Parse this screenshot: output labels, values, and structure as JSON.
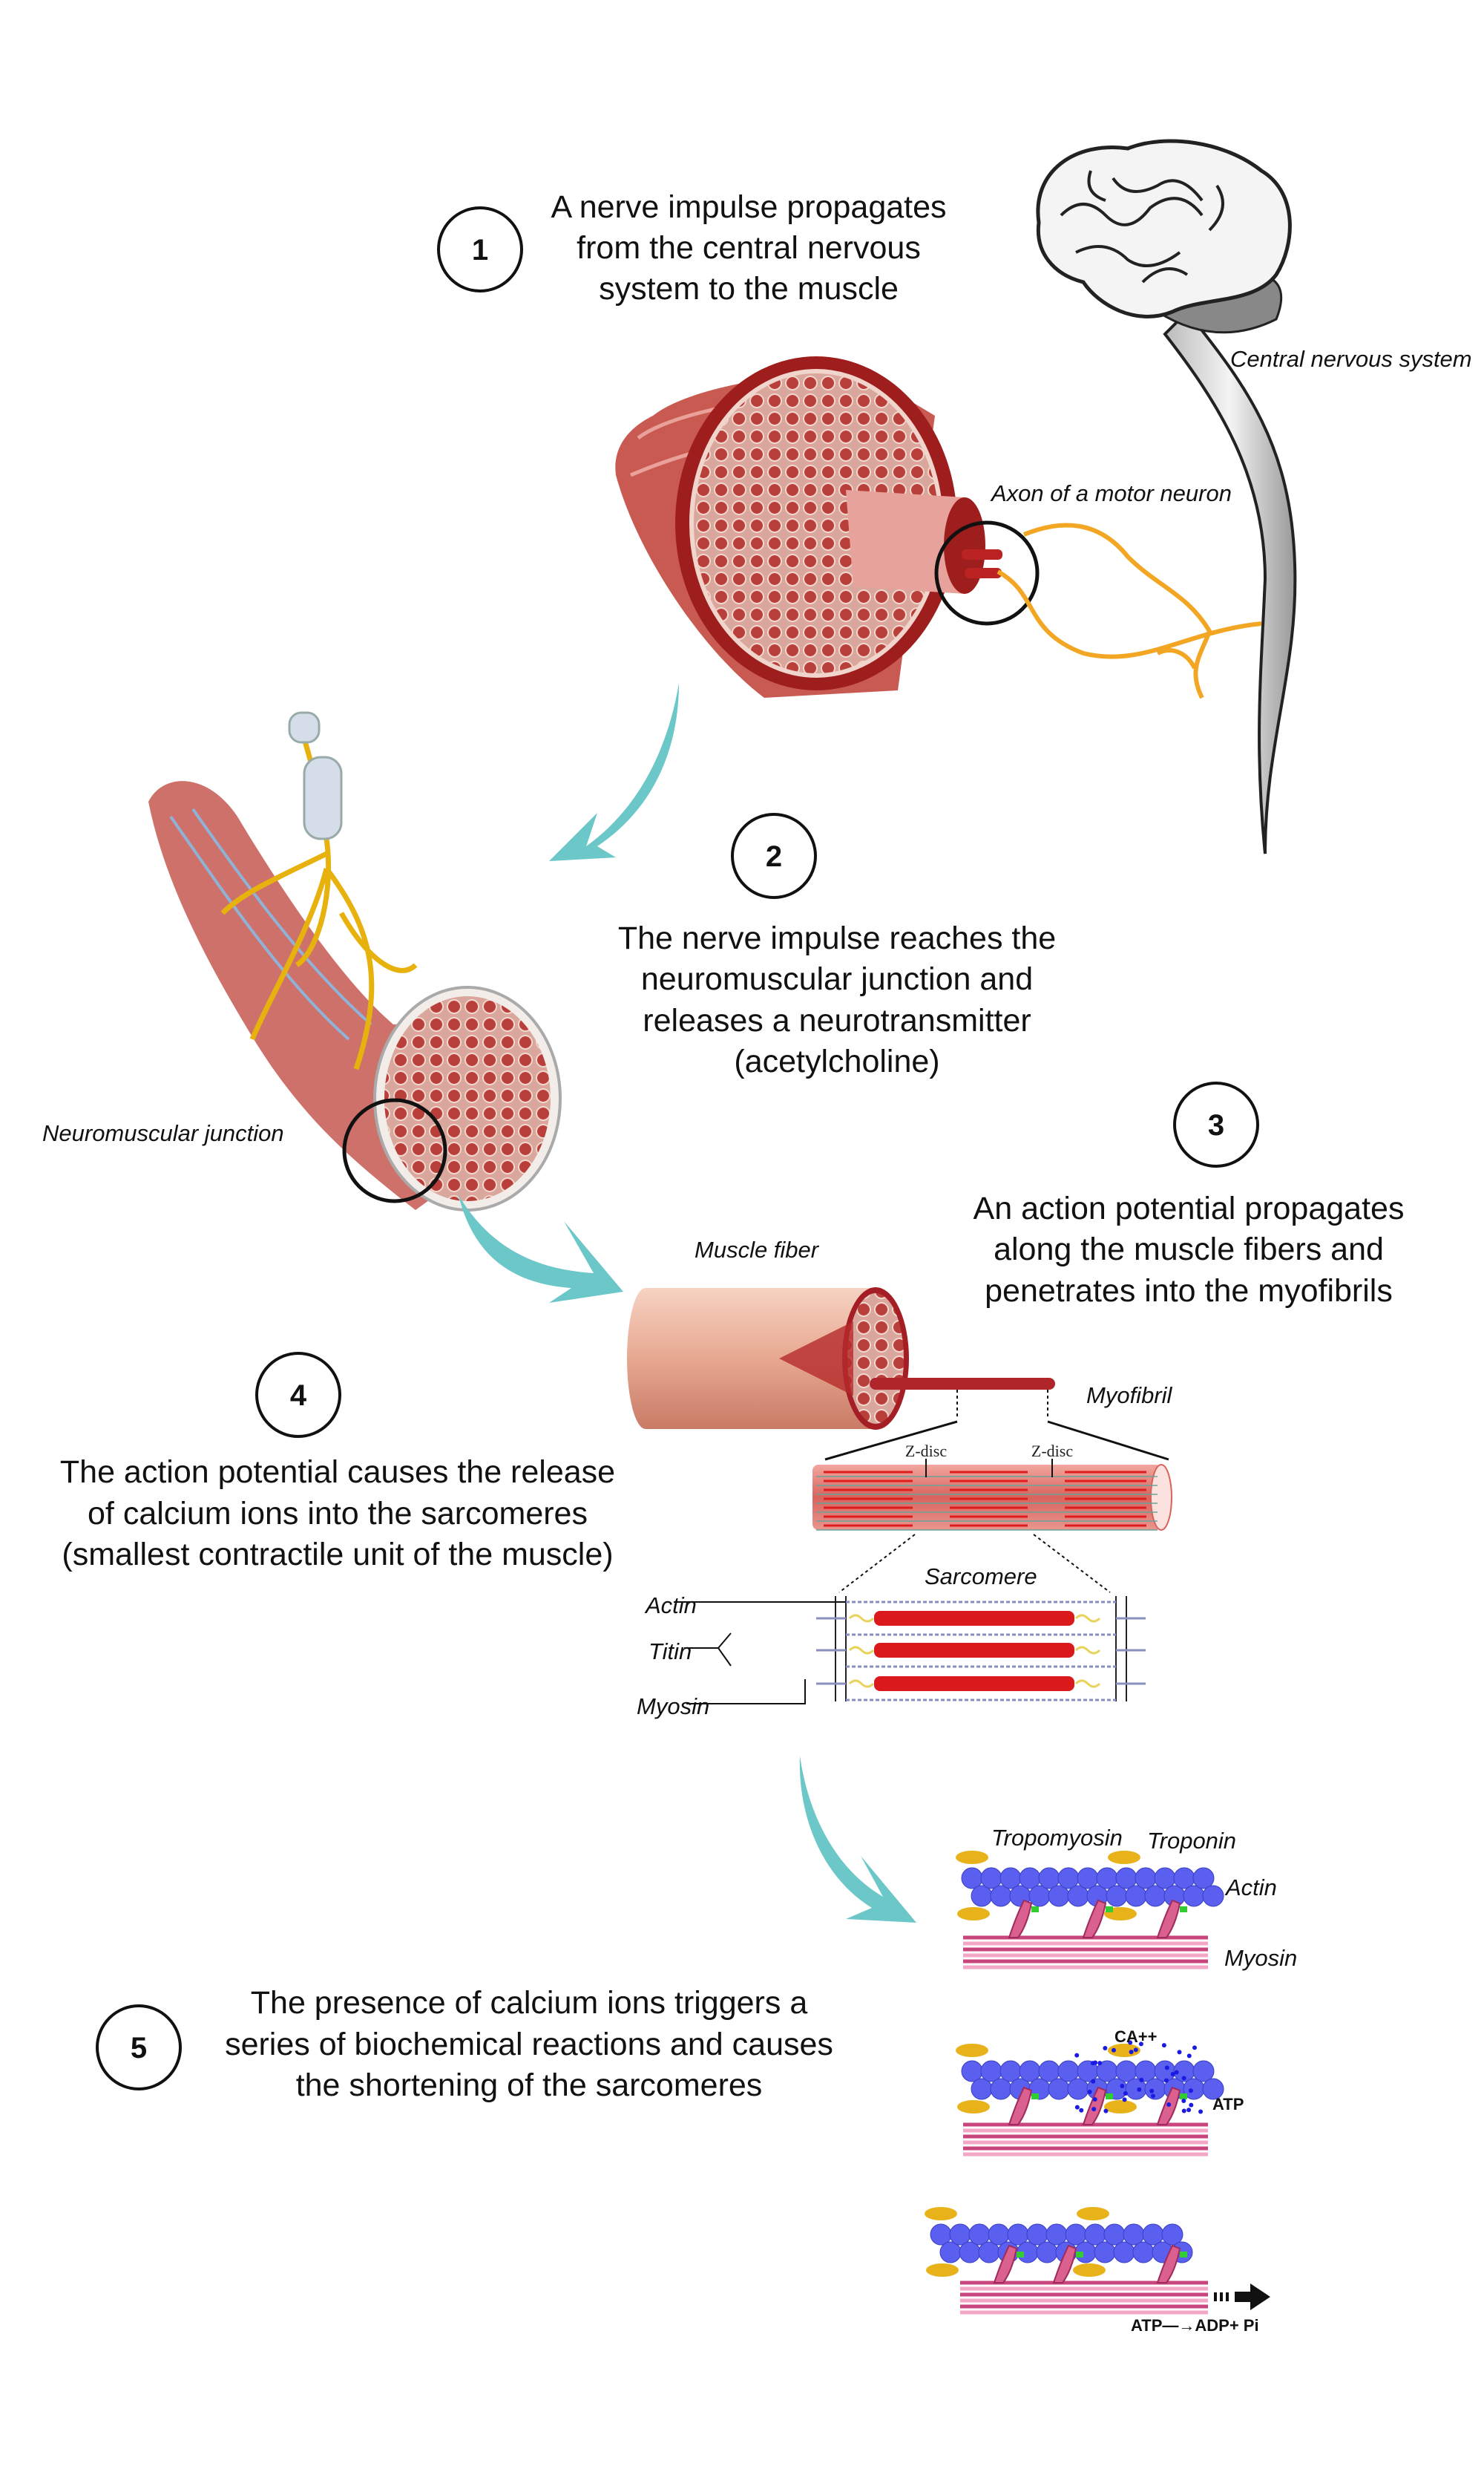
{
  "steps": [
    {
      "number": "1",
      "lines": [
        "A nerve impulse propagates",
        "from the central nervous",
        "system to the muscle"
      ]
    },
    {
      "number": "2",
      "lines": [
        "The nerve impulse reaches the",
        "neuromuscular junction and",
        "releases a neurotransmitter",
        "(acetylcholine)"
      ]
    },
    {
      "number": "3",
      "lines": [
        "An action potential propagates",
        "along the muscle fibers and",
        "penetrates into the myofibrils"
      ]
    },
    {
      "number": "4",
      "lines": [
        "The action potential causes the release",
        "of calcium ions into the sarcomeres",
        "(smallest contractile unit of the muscle)"
      ]
    },
    {
      "number": "5",
      "lines": [
        "The presence of calcium ions triggers a",
        "series of biochemical reactions and causes",
        "the shortening of the sarcomeres"
      ]
    }
  ],
  "labels": {
    "cns": "Central nervous system",
    "axon": "Axon of a motor neuron",
    "nmj": "Neuromuscular junction",
    "muscle_fiber": "Muscle fiber",
    "myofibril": "Myofibril",
    "zdisc": "Z-disc",
    "sarcomere": "Sarcomere",
    "actin": "Actin",
    "titin": "Titin",
    "myosin": "Myosin",
    "tropomyosin": "Tropomyosin",
    "troponin": "Troponin",
    "ca": "CA++",
    "atp": "ATP",
    "atp_reaction": "ATP—→ADP+ Pi"
  },
  "colors": {
    "arrow": "#6cc7c9",
    "muscle": "#c8463f",
    "nerve": "#f2a623",
    "actin": "#5a5ff0",
    "myosin": "#d9608f",
    "troponin": "#e8b21a"
  }
}
